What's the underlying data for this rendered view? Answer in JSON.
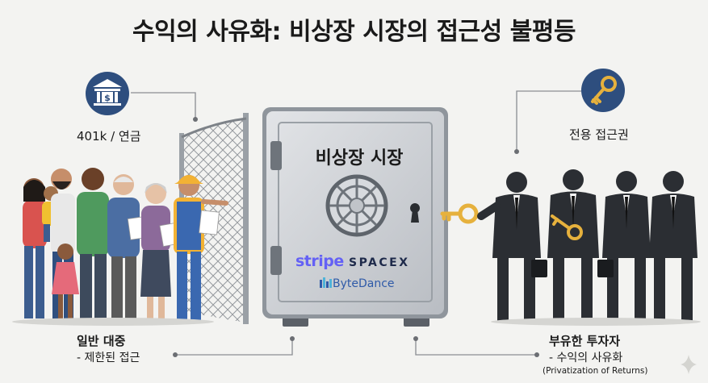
{
  "title": "수익의 사유화: 비상장 시장의 접근성 불평등",
  "pension": {
    "label": "401k / 연금",
    "icon": "bank-icon"
  },
  "exclusive": {
    "label": "전용 접근권",
    "icon": "key-icon"
  },
  "vault": {
    "title": "비상장 시장"
  },
  "logos": {
    "stripe": "stripe",
    "spacex": "SPACEX",
    "bytedance": "ByteDance"
  },
  "public": {
    "label": "일반 대중",
    "sub": "- 제한된 접근"
  },
  "investors": {
    "label": "부유한 투자자",
    "sub": "- 수익의 사유화",
    "note": "(Privatization of Returns)"
  },
  "colors": {
    "accent_blue": "#2e4e7e",
    "key_gold": "#e6b13d",
    "vault_gray": "#c9ccd0",
    "suit": "#2b2e33"
  }
}
